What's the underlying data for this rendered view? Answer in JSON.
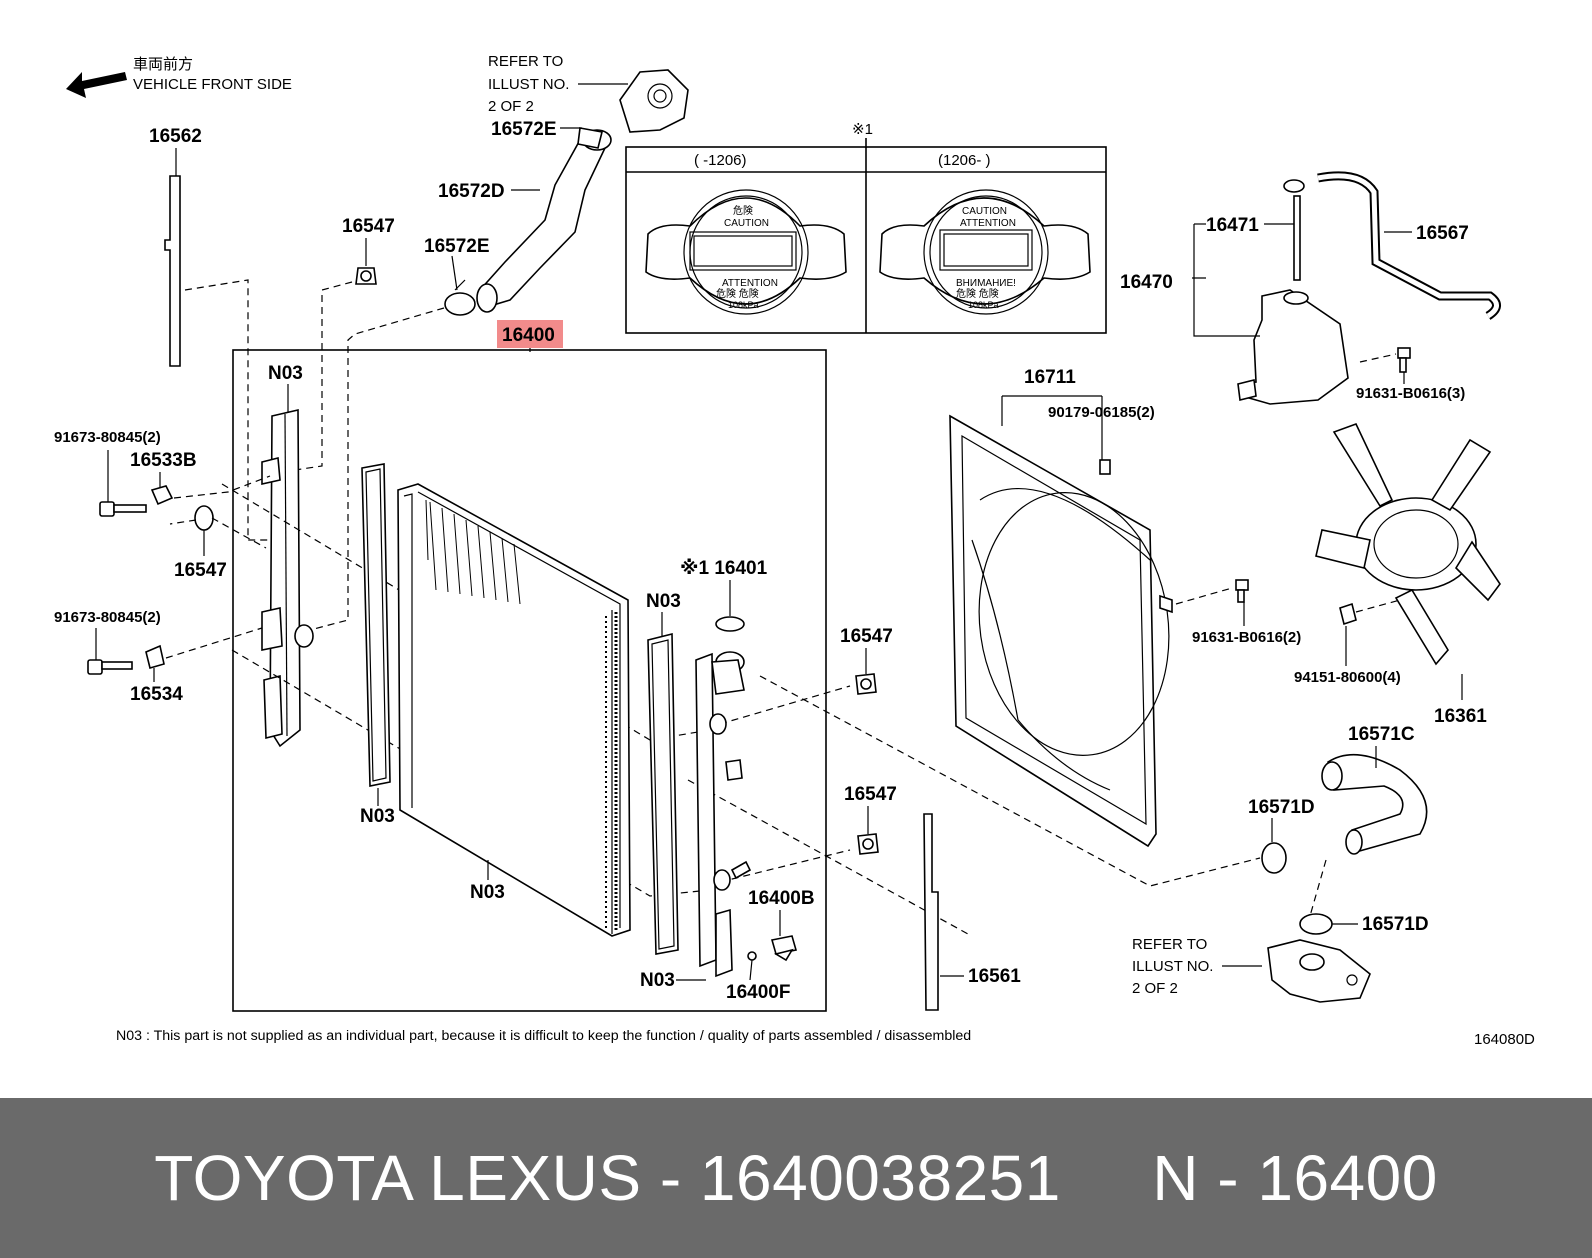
{
  "diagram": {
    "direction": {
      "jp": "車両前方",
      "en": "VEHICLE FRONT SIDE"
    },
    "refer_top": [
      "REFER TO",
      "ILLUST NO.",
      "2 OF 2"
    ],
    "refer_bottom": [
      "REFER TO",
      "ILLUST NO.",
      "2 OF 2"
    ],
    "cap_note_mark": "※1",
    "cap_left_header": "(      -1206)",
    "cap_right_header": "(1206-      )",
    "cap_left_text": {
      "top1": "危険",
      "top2": "CAUTION",
      "bot1": "ATTENTION",
      "bot2": "危険  危険",
      "rating": "108kPa"
    },
    "cap_right_text": {
      "top1": "CAUTION",
      "top2": "ATTENTION",
      "bot1": "ВНИМАНИЕ!",
      "bot2": "危険  危険",
      "rating": "108kPa"
    },
    "parts": {
      "p16562": "16562",
      "p16572E_top": "16572E",
      "p16572D": "16572D",
      "p16572E": "16572E",
      "p16547_a": "16547",
      "p16547_b": "16547",
      "p16547_c": "16547",
      "p16547_d": "16547",
      "p16400": "16400",
      "p91673_a": "91673-80845(2)",
      "p91673_b": "91673-80845(2)",
      "p16533B": "16533B",
      "p16534": "16534",
      "n03_a": "N03",
      "n03_b": "N03",
      "n03_c": "N03",
      "n03_d": "N03",
      "n03_e": "N03",
      "p16401": "※1 16401",
      "p16400B": "16400B",
      "p16400F": "16400F",
      "p16561": "16561",
      "p16711": "16711",
      "p90179": "90179-06185(2)",
      "p16471": "16471",
      "p16470": "16470",
      "p16567": "16567",
      "p91631_a": "91631-B0616(3)",
      "p91631_b": "91631-B0616(2)",
      "p94151": "94151-80600(4)",
      "p16361": "16361",
      "p16571C": "16571C",
      "p16571D_a": "16571D",
      "p16571D_b": "16571D"
    },
    "note": "N03 : This part is not supplied as an individual part, because it is difficult to keep the function / quality of parts assembled / disassembled",
    "illustration_id": "164080D",
    "highlight_color": "#f28b8b"
  },
  "footer": {
    "text": "TOYOTA LEXUS - 1640038251     N - 16400",
    "background": "#6a6a6a"
  }
}
